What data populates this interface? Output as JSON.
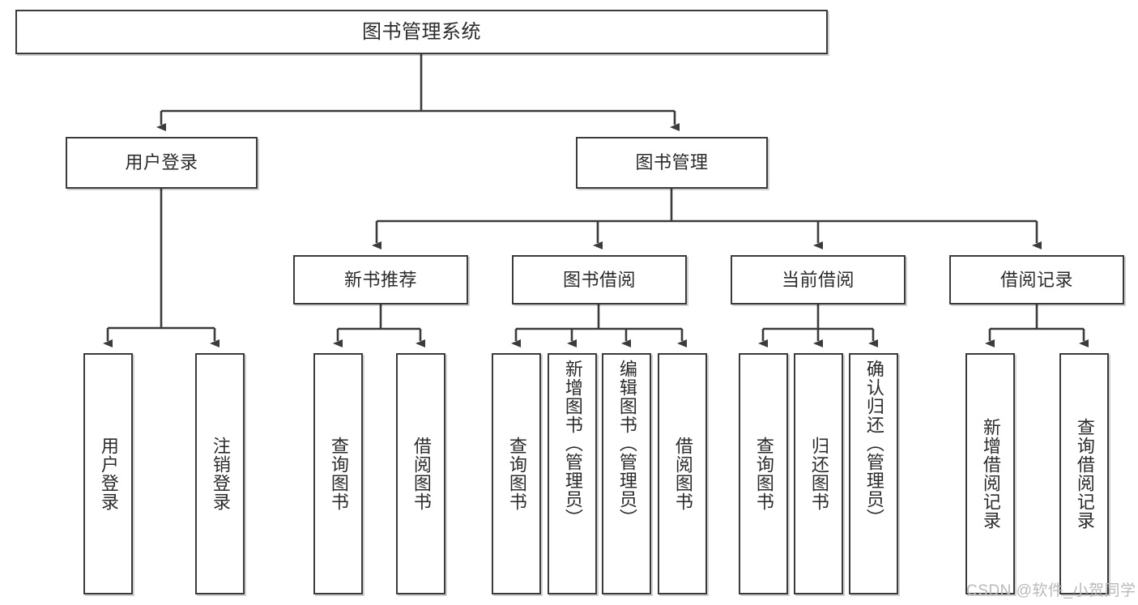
{
  "diagram": {
    "title": "图书管理系统",
    "type": "功能结构图",
    "root": {
      "label": "图书管理系统"
    },
    "level2": [
      {
        "label": "用户登录"
      },
      {
        "label": "图书管理"
      }
    ],
    "level3": [
      {
        "label": "新书推荐"
      },
      {
        "label": "图书借阅"
      },
      {
        "label": "当前借阅"
      },
      {
        "label": "借阅记录"
      }
    ],
    "leaves": {
      "user_login": [
        {
          "label": "用户登录"
        },
        {
          "label": "注销登录"
        }
      ],
      "new_book_recommend": [
        {
          "label": "查询图书"
        },
        {
          "label": "借阅图书"
        }
      ],
      "book_borrow": [
        {
          "label": "查询图书"
        },
        {
          "label": "新增图书（管理员）"
        },
        {
          "label": "编辑图书（管理员）"
        },
        {
          "label": "借阅图书"
        }
      ],
      "current_borrow": [
        {
          "label": "查询图书"
        },
        {
          "label": "归还图书"
        },
        {
          "label": "确认归还（管理员）"
        }
      ],
      "borrow_record": [
        {
          "label": "新增借阅记录"
        },
        {
          "label": "查询借阅记录"
        }
      ]
    }
  },
  "watermark": {
    "text": "CSDN @软件_小贺同学"
  },
  "colors": {
    "stroke": "#3b3b3b",
    "fill": "#ffffff",
    "text": "#2b2b2b",
    "watermark": "#b9b9b9"
  }
}
